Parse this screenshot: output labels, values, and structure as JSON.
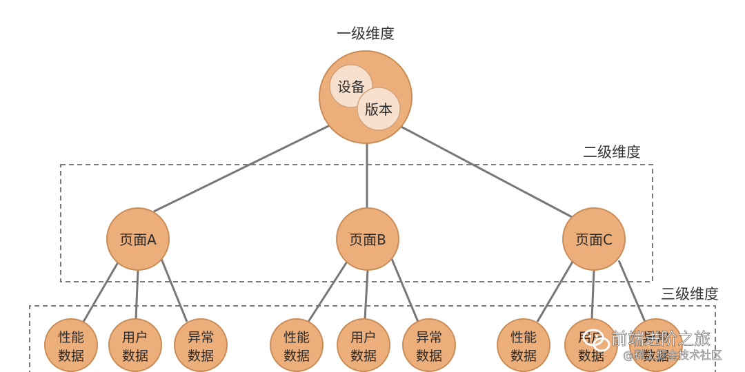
{
  "colors": {
    "node_fill": "#ECAF7C",
    "node_stroke": "#C98C57",
    "inner_fill": "#F7E1CE",
    "edge": "#777777",
    "dash": "#7a7a7a",
    "text": "#2b2b2b"
  },
  "levels": {
    "level1": "一级维度",
    "level2": "二级维度",
    "level3": "三级维度"
  },
  "root": {
    "inner": [
      "设备",
      "版本"
    ]
  },
  "pages": [
    {
      "label": "页面A",
      "children": [
        {
          "line1": "性能",
          "line2": "数据"
        },
        {
          "line1": "用户",
          "line2": "数据"
        },
        {
          "line1": "异常",
          "line2": "数据"
        }
      ]
    },
    {
      "label": "页面B",
      "children": [
        {
          "line1": "性能",
          "line2": "数据"
        },
        {
          "line1": "用户",
          "line2": "数据"
        },
        {
          "line1": "异常",
          "line2": "数据"
        }
      ]
    },
    {
      "label": "页面C",
      "children": [
        {
          "line1": "性能",
          "line2": "数据"
        },
        {
          "line1": "用户",
          "line2": "数据"
        },
        {
          "line1": "异常",
          "line2": "数据"
        }
      ]
    }
  ],
  "watermark": {
    "title": "前端进阶之旅",
    "subtitle": "@稀土掘金技术社区",
    "icon": "wechat-icon"
  }
}
